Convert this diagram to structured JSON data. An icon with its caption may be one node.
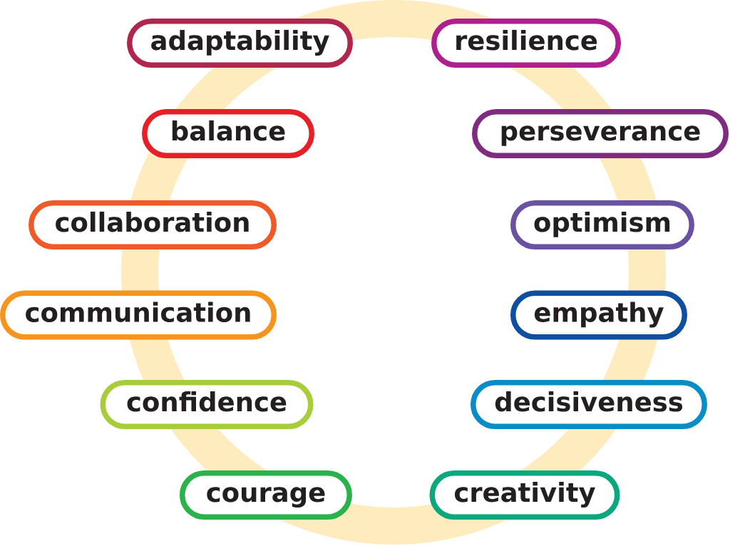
{
  "diagram": {
    "nodes": [
      {
        "text": [
          "adaptability"
        ]
      },
      {
        "text": [
          "resilience"
        ]
      },
      {
        "text": [
          "balance"
        ]
      },
      {
        "text": [
          "perseverance"
        ]
      },
      {
        "text": [
          "collaboration"
        ]
      },
      {
        "text": [
          "optimism"
        ]
      },
      {
        "text": [
          "communication"
        ]
      },
      {
        "text": [
          "empathy"
        ]
      },
      {
        "text": [
          "confidence"
        ]
      },
      {
        "text": [
          "decisiveness"
        ]
      },
      {
        "text": [
          "courage"
        ]
      },
      {
        "text": [
          "creativity"
        ]
      }
    ]
  }
}
